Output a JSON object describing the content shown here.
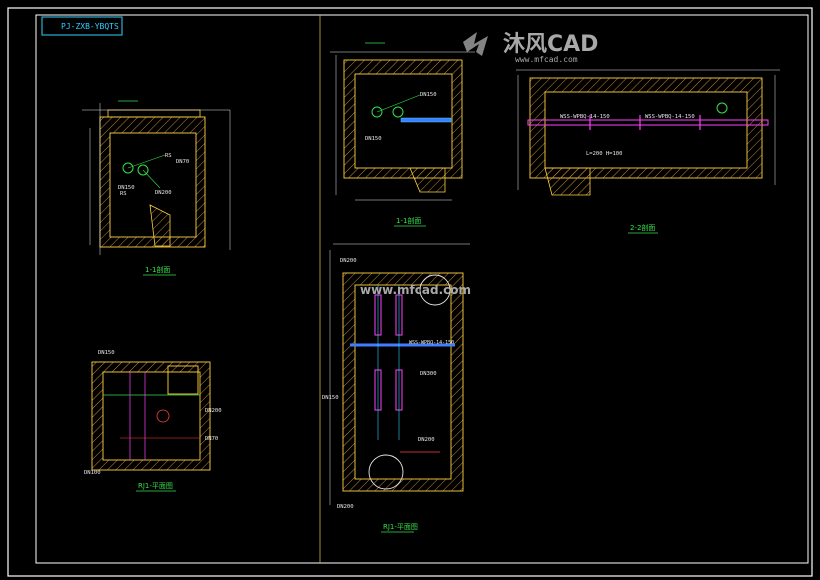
{
  "title_block": "PJ-ZXB-YBQTS",
  "watermark": {
    "brand": "沐风CAD",
    "url": "www.mfcad.com"
  },
  "views": {
    "v11": {
      "caption": "1-1剖面",
      "dn1": "DN150",
      "dn2": "DN200",
      "dn3": "DN70",
      "code1": "RS",
      "code2": "RS"
    },
    "v11b": {
      "caption": "1-1剖面",
      "dn1": "DN150",
      "dn2": "DN150"
    },
    "v22": {
      "caption": "2-2剖面",
      "spec1": "WSS-WPBQ-14-150",
      "spec2": "WSS-WPBQ-14-150",
      "dim": "L=200 H=100"
    },
    "plan_small": {
      "caption": "RJ1-平面图",
      "dn1": "DN150",
      "dn2": "DN200",
      "dn3": "DN70",
      "dn4": "DN100"
    },
    "plan_large": {
      "caption": "RJ1-平面图",
      "dn1": "DN200",
      "dn2": "DN300",
      "dn3": "DN200",
      "dn4": "DN150",
      "dn5": "DN200",
      "spec": "WSS-WPBQ-14-150"
    }
  },
  "colors": {
    "frame": "#ffffff",
    "wall": "#ffd23f",
    "hatch": "#d89a2e",
    "leader": "#35e04a",
    "pipe": "#ff40ff",
    "pipe_blue": "#3f7fff",
    "dim": "#e8e8e8",
    "cyan": "#2fd0ff",
    "red": "#ff4040"
  }
}
